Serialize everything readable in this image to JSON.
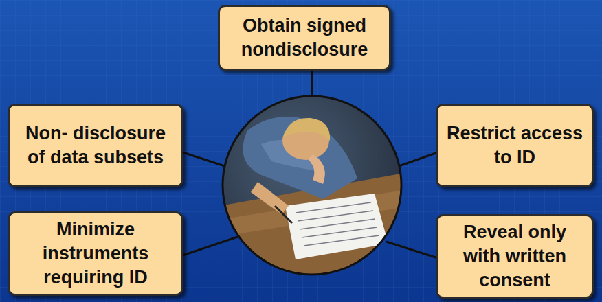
{
  "diagram": {
    "nodes": [
      {
        "text": [
          "Obtain signed nondisclosure"
        ]
      },
      {
        "text": [
          "Non- disclosure of data subsets"
        ]
      },
      {
        "text": [
          "Restrict access to ID"
        ]
      },
      {
        "text": [
          "Minimize instruments requiring ID"
        ]
      },
      {
        "text": [
          "Reveal only with written consent"
        ]
      }
    ]
  }
}
